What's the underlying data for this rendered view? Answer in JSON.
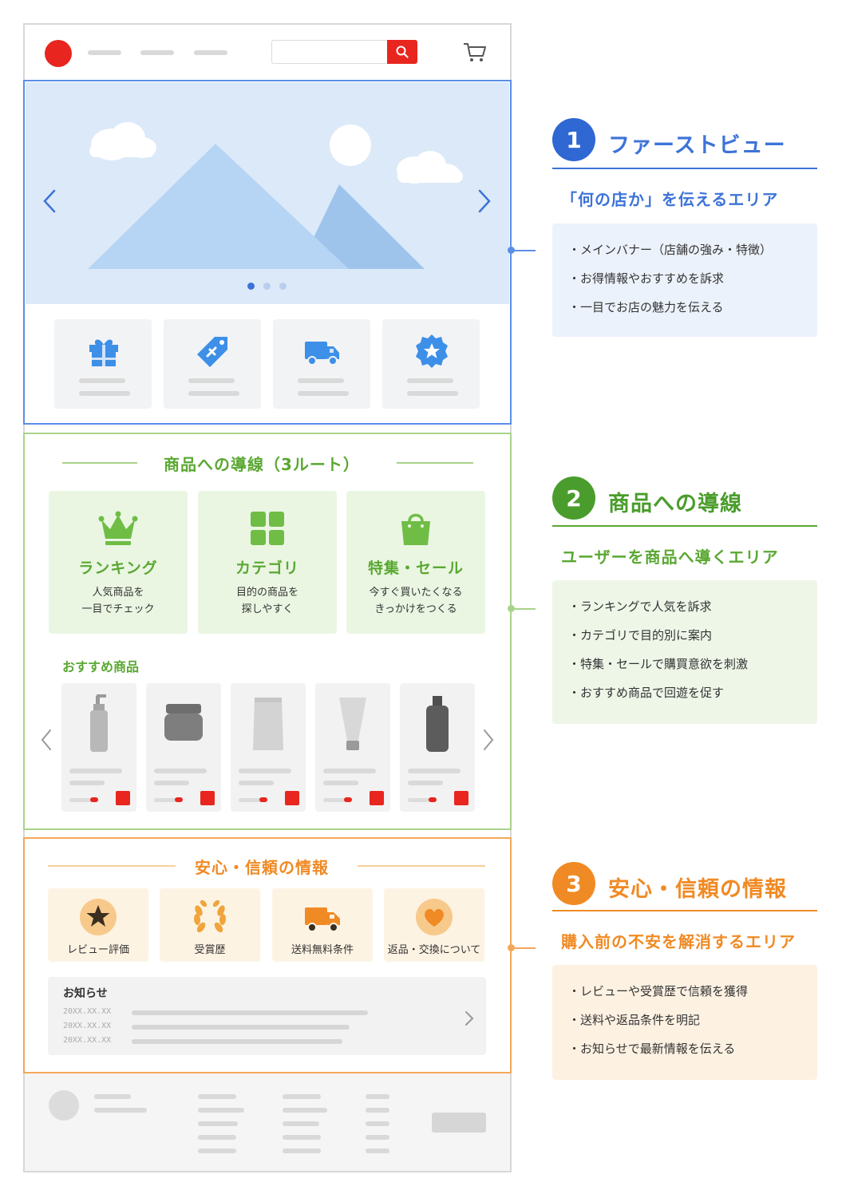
{
  "colors": {
    "blue": "#3d73d8",
    "green": "#5aa832",
    "orange": "#f08a24",
    "red": "#e8251f"
  },
  "header": {
    "logo_icon": "circle-logo-icon",
    "search_icon": "search-icon",
    "cart_icon": "cart-icon"
  },
  "hero": {
    "prev_icon": "chevron-left-icon",
    "next_icon": "chevron-right-icon",
    "slide_count": 3,
    "active_slide": 1
  },
  "features": {
    "icons": [
      "gift-icon",
      "tag-icon",
      "truck-icon",
      "badge-star-icon"
    ]
  },
  "routes": {
    "heading": "商品への導線（3ルート）",
    "items": [
      {
        "icon": "crown-icon",
        "title": "ランキング",
        "desc1": "人気商品を",
        "desc2": "一目でチェック"
      },
      {
        "icon": "grid-icon",
        "title": "カテゴリ",
        "desc1": "目的の商品を",
        "desc2": "探しやすく"
      },
      {
        "icon": "shopping-bag-icon",
        "title": "特集・セール",
        "desc1": "今すぐ買いたくなる",
        "desc2": "きっかけをつくる"
      }
    ],
    "recommended_label": "おすすめ商品",
    "product_icons": [
      "pump-bottle-icon",
      "jar-icon",
      "pouch-icon",
      "tube-icon",
      "bottle-icon"
    ]
  },
  "trust": {
    "heading": "安心・信頼の情報",
    "items": [
      {
        "icon": "star-icon",
        "label": "レビュー評価"
      },
      {
        "icon": "laurel-icon",
        "label": "受賞歴"
      },
      {
        "icon": "truck-icon",
        "label": "送料無料条件"
      },
      {
        "icon": "heart-icon",
        "label": "返品・交換について"
      }
    ],
    "news": {
      "title": "お知らせ",
      "dates": [
        "20XX.XX.XX",
        "20XX.XX.XX",
        "20XX.XX.XX"
      ]
    }
  },
  "annotations": [
    {
      "number": "1",
      "title": "ファーストビュー",
      "subtitle": "「何の店か」を伝えるエリア",
      "points": [
        "・メインバナー（店舗の強み・特徴）",
        "・お得情報やおすすめを訴求",
        "・一目でお店の魅力を伝える"
      ]
    },
    {
      "number": "2",
      "title": "商品への導線",
      "subtitle": "ユーザーを商品へ導くエリア",
      "points": [
        "・ランキングで人気を訴求",
        "・カテゴリで目的別に案内",
        "・特集・セールで購買意欲を刺激",
        "・おすすめ商品で回遊を促す"
      ]
    },
    {
      "number": "3",
      "title": "安心・信頼の情報",
      "subtitle": "購入前の不安を解消するエリア",
      "points": [
        "・レビューや受賞歴で信頼を獲得",
        "・送料や返品条件を明記",
        "・お知らせで最新情報を伝える"
      ]
    }
  ]
}
